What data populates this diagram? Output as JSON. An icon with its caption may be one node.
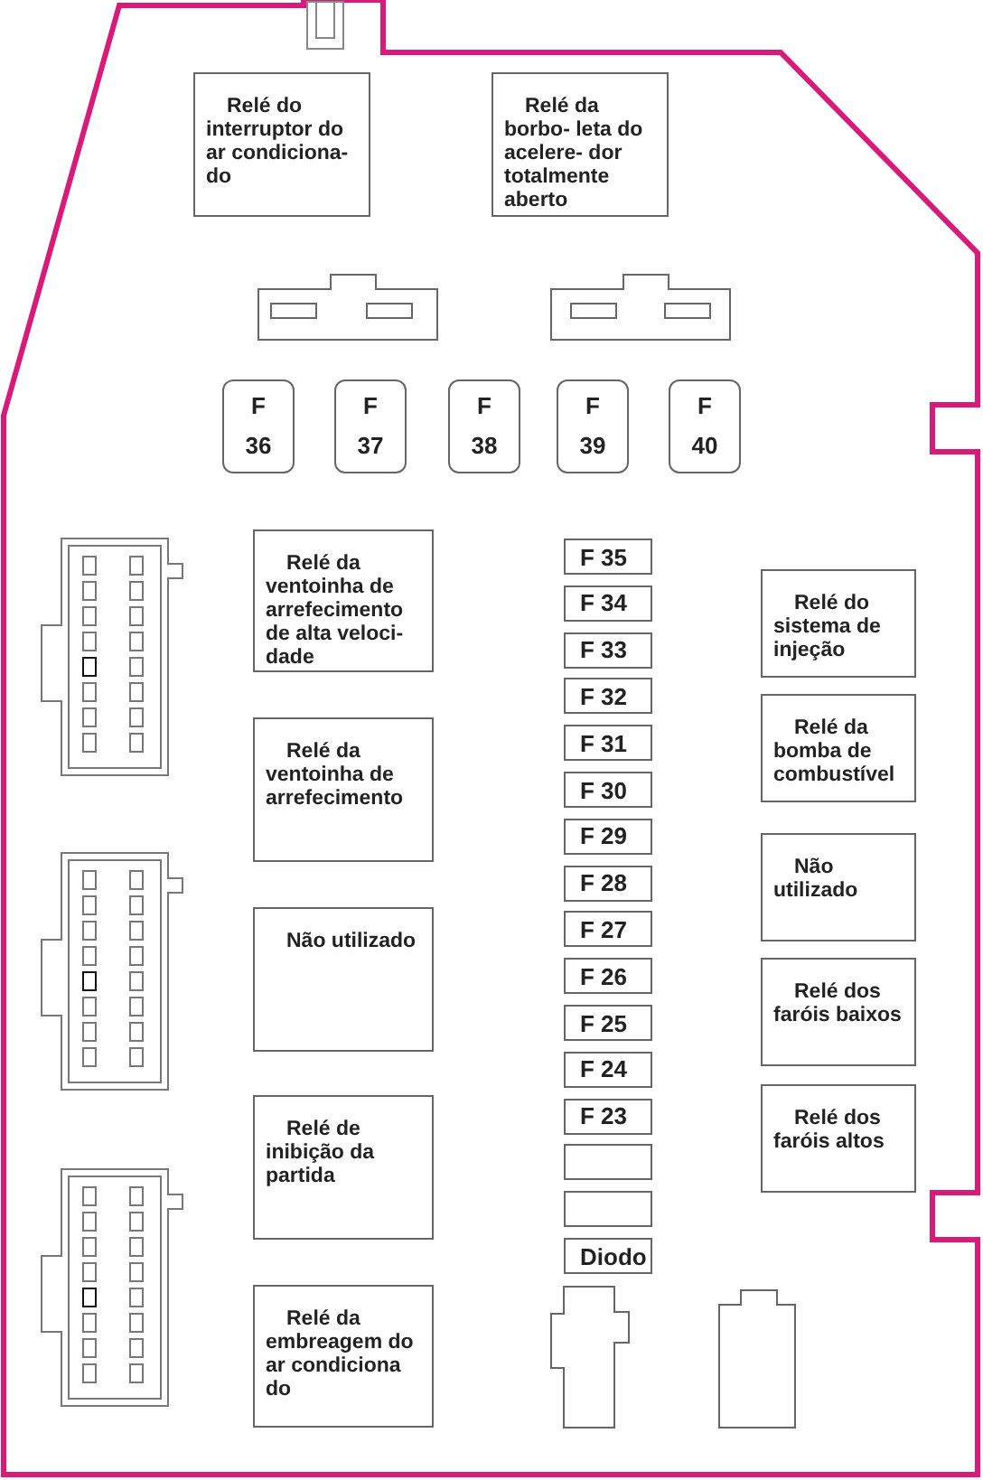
{
  "diagram": {
    "nodes": [
      {
        "text": [
          "Relé do interruptor do ar condiciona- do"
        ]
      },
      {
        "text": [
          "Relé da borbo- leta do acelere- dor totalmente aberto"
        ]
      },
      {
        "text": [
          "F 36"
        ]
      },
      {
        "text": [
          "F 37"
        ]
      },
      {
        "text": [
          "F 38"
        ]
      },
      {
        "text": [
          "F 39"
        ]
      },
      {
        "text": [
          "F 40"
        ]
      },
      {
        "text": [
          "Relé da ventoinha de arrefecimento de alta veloci- dade"
        ]
      },
      {
        "text": [
          "Relé da ventoinha de arrefecimento"
        ]
      },
      {
        "text": [
          "Não utilizado"
        ]
      },
      {
        "text": [
          "Relé de inibição da partida"
        ]
      },
      {
        "text": [
          "Relé da embreagem do ar condiciona do"
        ]
      },
      {
        "text": [
          "F 35"
        ]
      },
      {
        "text": [
          "F 34"
        ]
      },
      {
        "text": [
          "F 33"
        ]
      },
      {
        "text": [
          "F 32"
        ]
      },
      {
        "text": [
          "F 31"
        ]
      },
      {
        "text": [
          "F 30"
        ]
      },
      {
        "text": [
          "F 29"
        ]
      },
      {
        "text": [
          "F 28"
        ]
      },
      {
        "text": [
          "F 27"
        ]
      },
      {
        "text": [
          "F 26"
        ]
      },
      {
        "text": [
          "F 25"
        ]
      },
      {
        "text": [
          "F 24"
        ]
      },
      {
        "text": [
          "F 23"
        ]
      },
      {
        "text": [],
        "shape": "box"
      },
      {
        "text": [],
        "shape": "box"
      },
      {
        "text": [
          "Diodo"
        ]
      },
      {
        "text": [
          "Relé do sistema de injeção"
        ]
      },
      {
        "text": [
          "Relé da bomba de combustível"
        ]
      },
      {
        "text": [
          "Não utilizado"
        ]
      },
      {
        "text": [
          "Relé dos faróis baixos"
        ]
      },
      {
        "text": [
          "Relé dos faróis altos"
        ]
      }
    ]
  }
}
